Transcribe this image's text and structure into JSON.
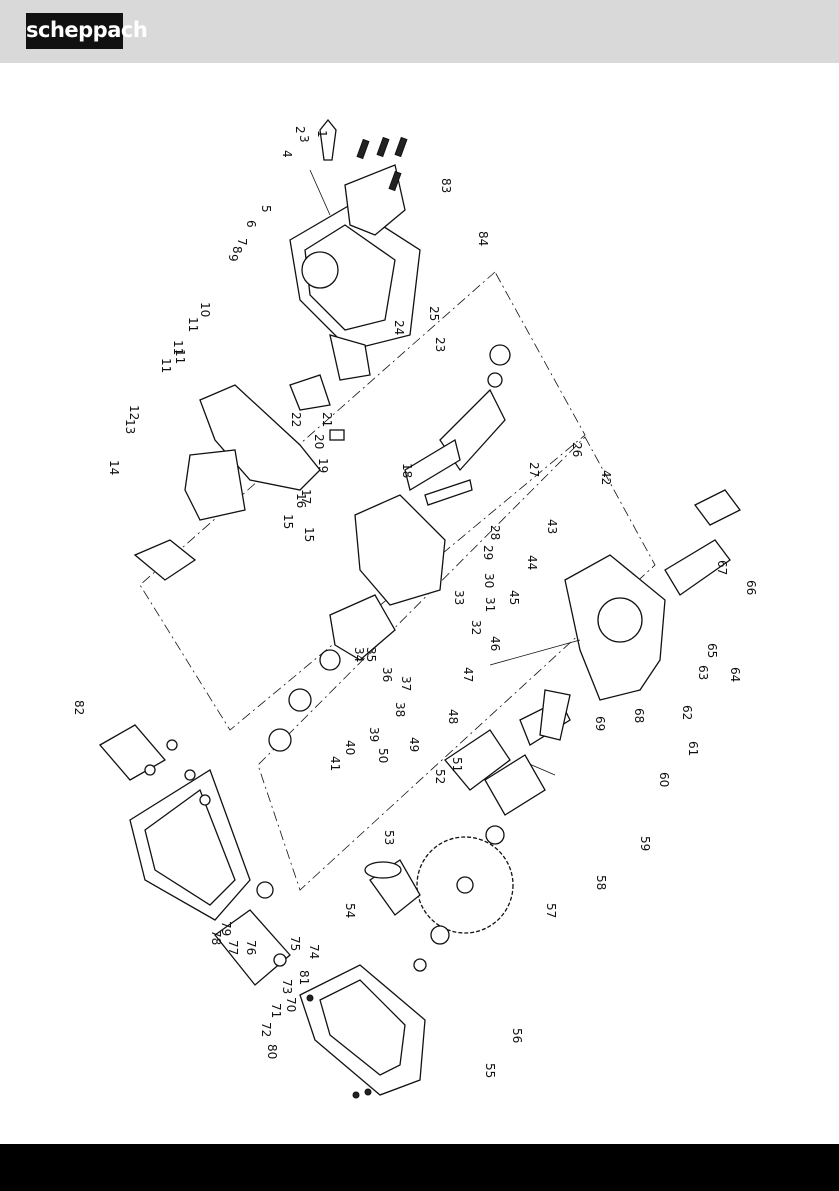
{
  "header": {
    "brand": "scheppach",
    "colors": {
      "header_bg": "#d9d9d9",
      "logo_bg": "#111111",
      "footer_bg": "#000000"
    }
  },
  "diagram": {
    "labels": [
      "1",
      "2",
      "3",
      "4",
      "5",
      "6",
      "7",
      "8",
      "9",
      "10",
      "11",
      "11",
      "11",
      "11",
      "12",
      "13",
      "14",
      "15",
      "15",
      "16",
      "17",
      "18",
      "19",
      "20",
      "21",
      "22",
      "23",
      "24",
      "25",
      "26",
      "27",
      "28",
      "29",
      "30",
      "31",
      "32",
      "33",
      "34",
      "35",
      "36",
      "37",
      "38",
      "39",
      "40",
      "41",
      "42",
      "43",
      "44",
      "45",
      "46",
      "47",
      "48",
      "49",
      "50",
      "51",
      "52",
      "53",
      "54",
      "55",
      "56",
      "57",
      "58",
      "59",
      "60",
      "61",
      "62",
      "63",
      "64",
      "65",
      "66",
      "67",
      "68",
      "69",
      "70",
      "71",
      "72",
      "73",
      "74",
      "75",
      "76",
      "77",
      "78",
      "79",
      "80",
      "81",
      "82",
      "83",
      "84"
    ]
  }
}
